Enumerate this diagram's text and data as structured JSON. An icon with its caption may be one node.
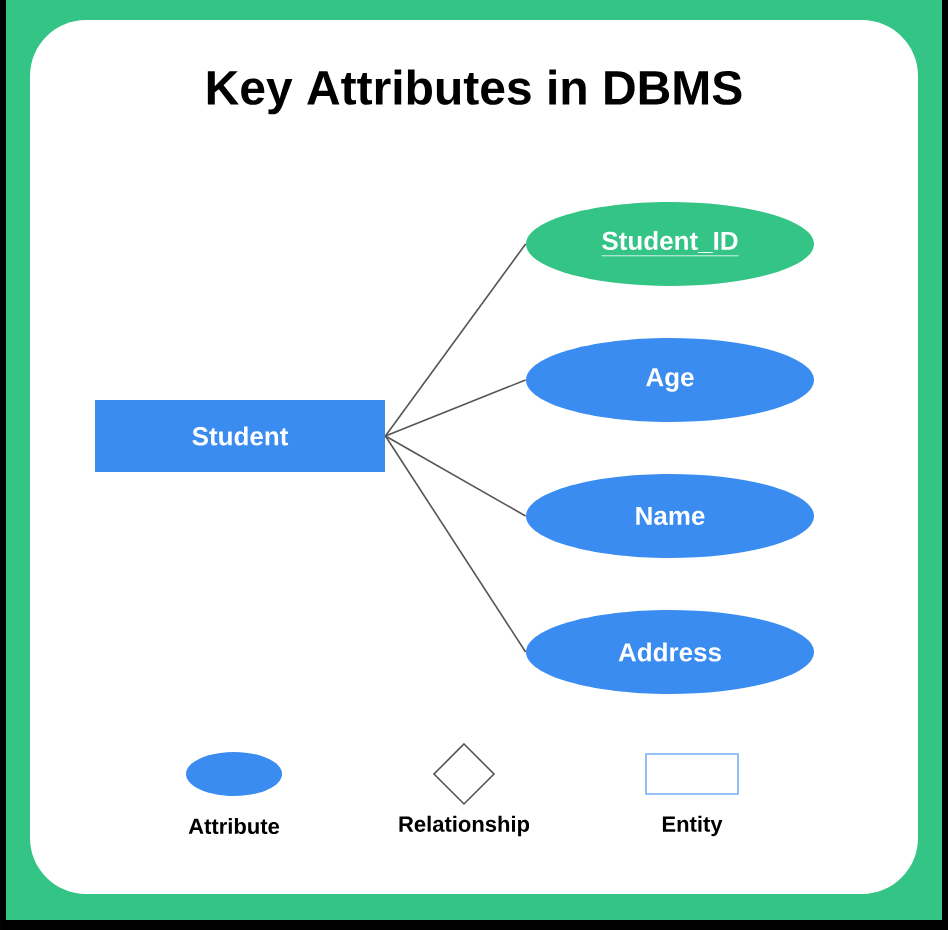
{
  "diagram": {
    "title": "Key Attributes in DBMS",
    "nodes": [
      {
        "text": [
          "Student"
        ]
      },
      {
        "text": [
          "Student_ID"
        ]
      },
      {
        "text": [
          "Age"
        ]
      },
      {
        "text": [
          "Name"
        ]
      },
      {
        "text": [
          "Address"
        ]
      }
    ],
    "edges": [
      {
        "from": 0,
        "to": 1,
        "arrow": "none"
      },
      {
        "from": 0,
        "to": 2,
        "arrow": "none"
      },
      {
        "from": 0,
        "to": 3,
        "arrow": "none"
      },
      {
        "from": 0,
        "to": 4,
        "arrow": "none"
      }
    ],
    "legend": [
      {
        "text": "Attribute"
      },
      {
        "text": "Relationship"
      },
      {
        "text": "Entity"
      }
    ]
  }
}
